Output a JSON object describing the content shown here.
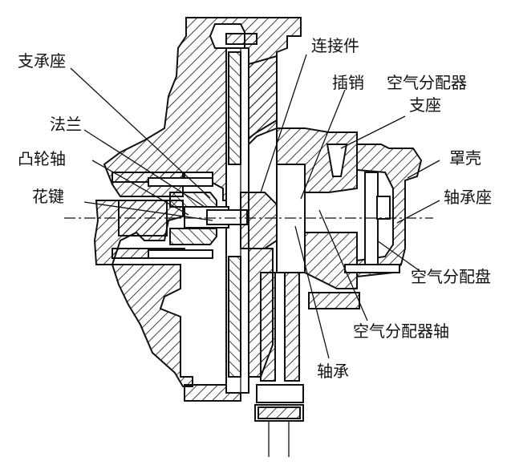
{
  "labels": {
    "support_seat": "支承座",
    "connector": "连接件",
    "insert_pin": "插销",
    "air_distributor_seat_l1": "空气分配器",
    "air_distributor_seat_l2": "支座",
    "flange": "法兰",
    "camshaft": "凸轮轴",
    "cover_shell": "罩壳",
    "spline_key": "花键",
    "bearing_seat": "轴承座",
    "air_distribution_disc": "空气分配盘",
    "air_distributor_shaft": "空气分配器轴",
    "bearing": "轴承"
  },
  "colors": {
    "line": "#111111",
    "background": "#ffffff"
  }
}
